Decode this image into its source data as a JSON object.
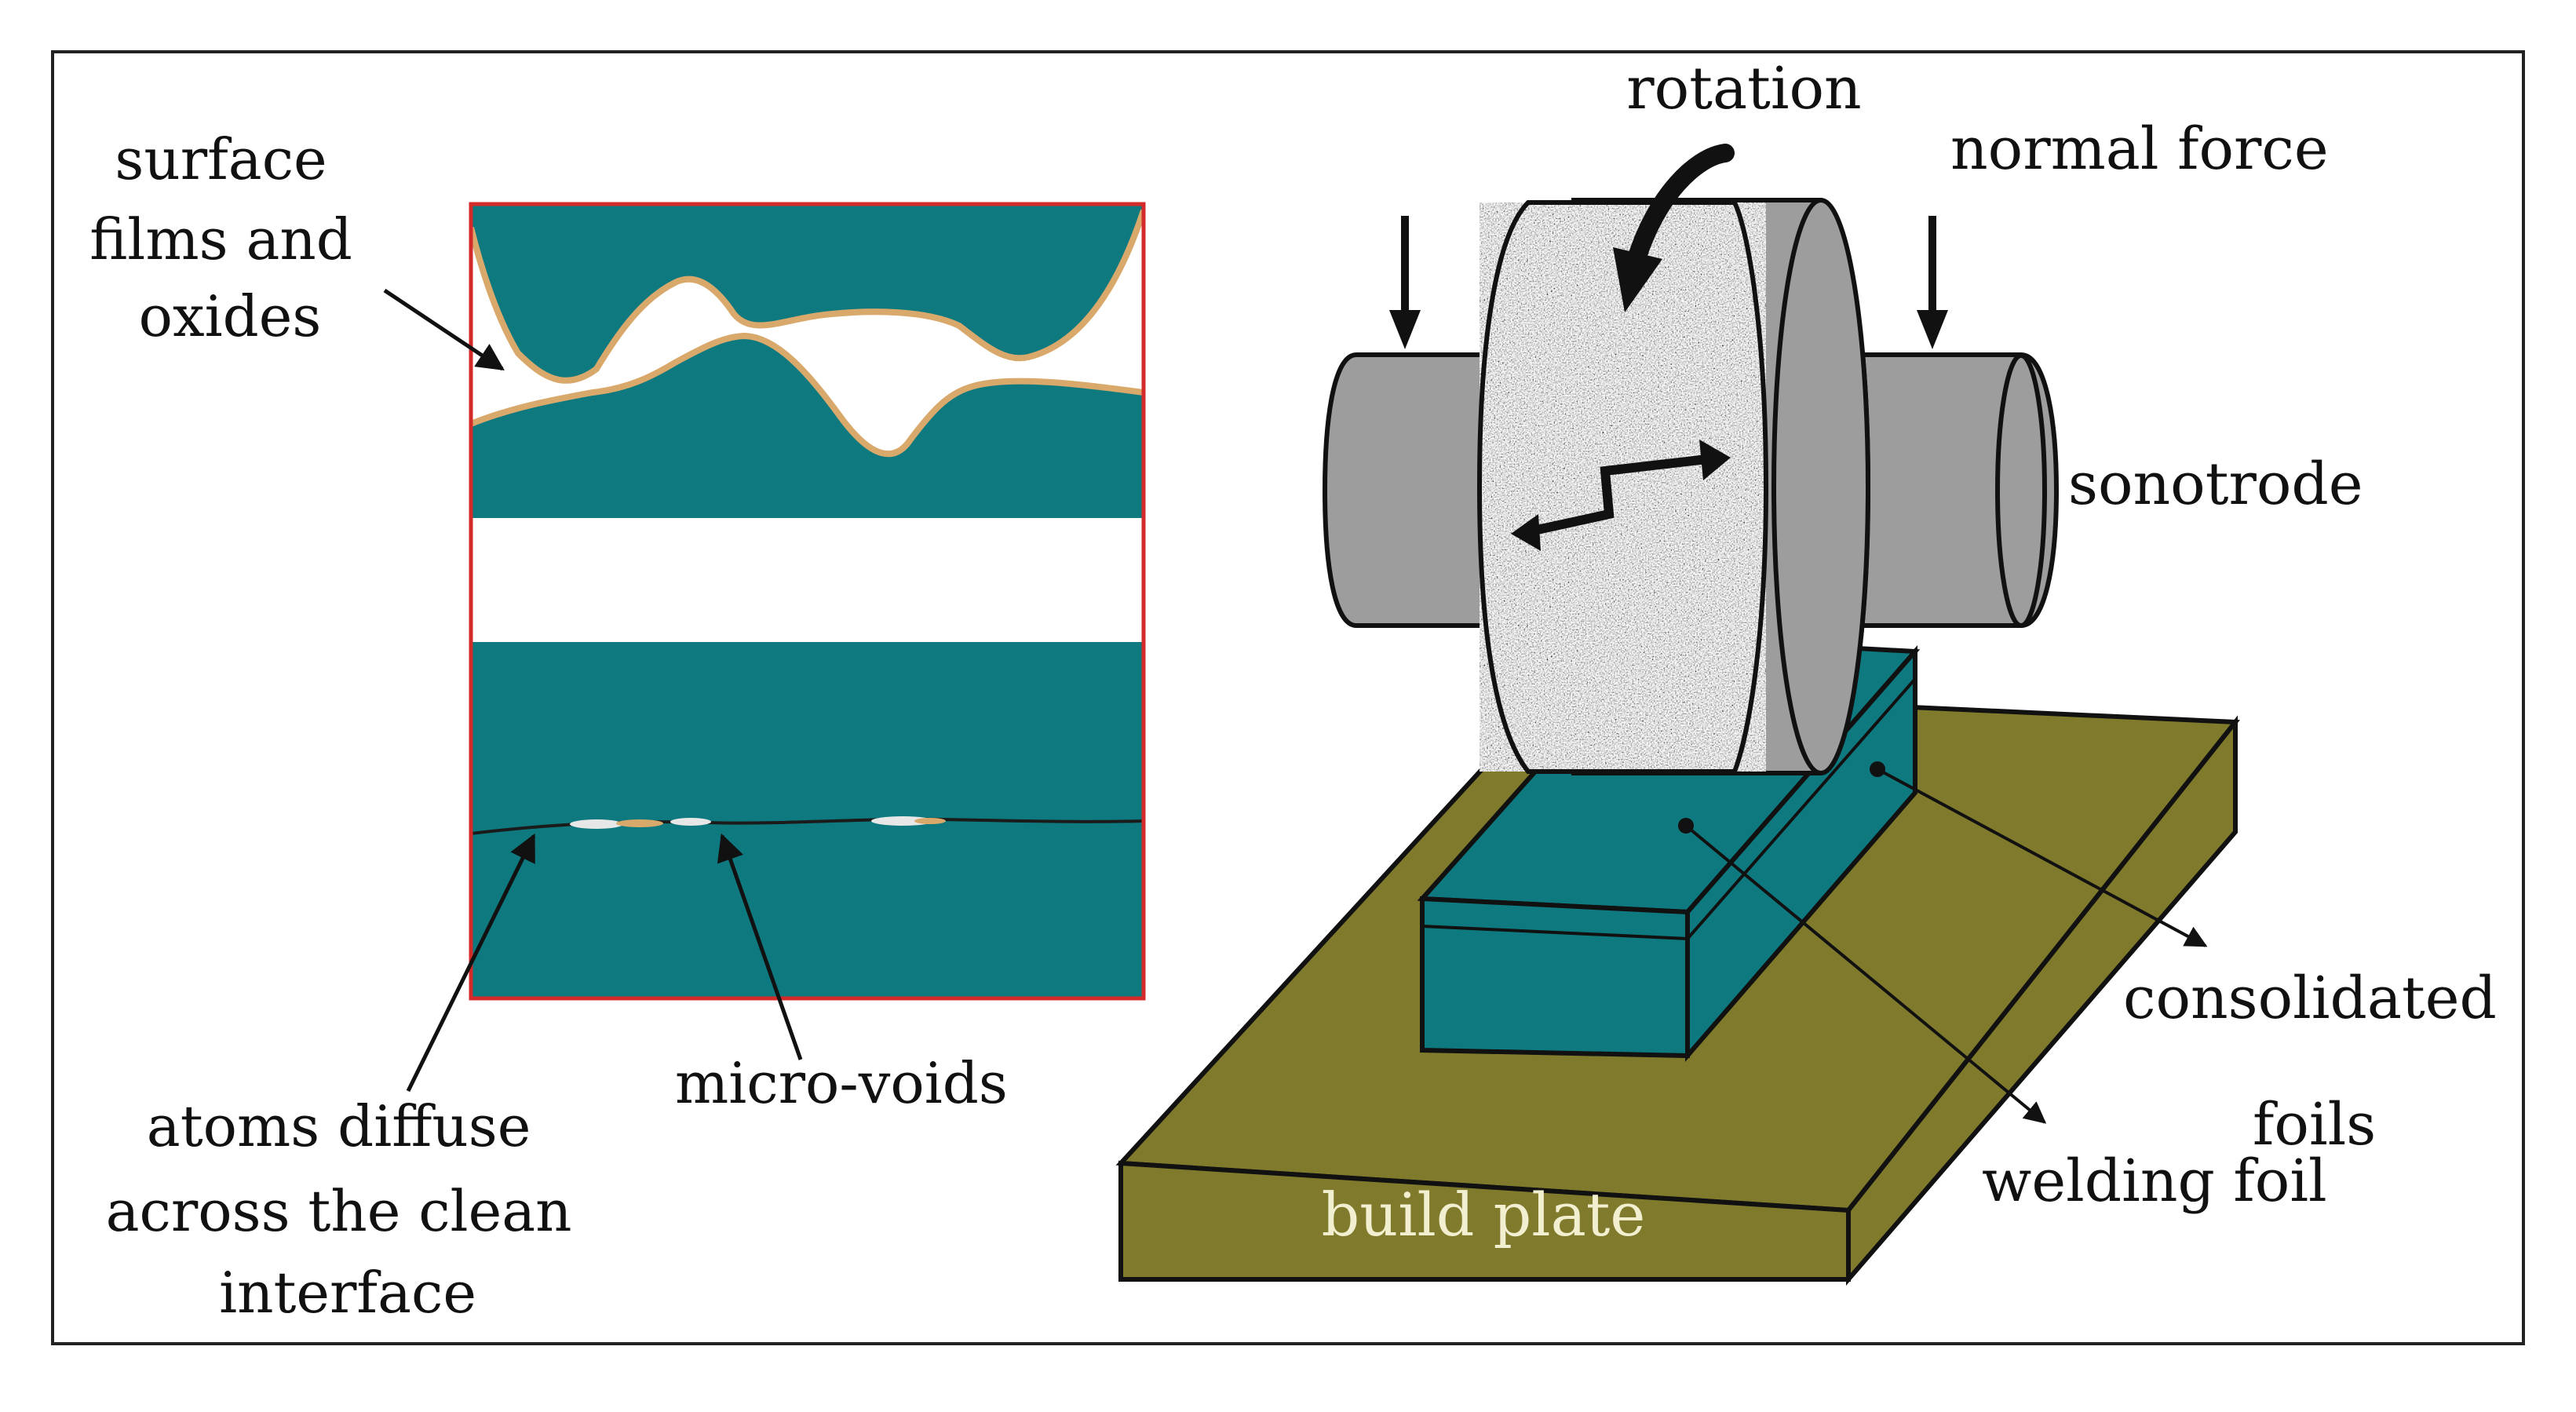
{
  "labels": {
    "surface_films": [
      "surface",
      "films and",
      "oxides"
    ],
    "atoms_diffuse": [
      "atoms diffuse",
      "across the clean",
      "interface"
    ],
    "micro_voids": "micro-voids",
    "rotation": "rotation",
    "normal_force": "normal force",
    "sonotrode": "sonotrode",
    "consolidated": "consolidated",
    "foils": "foils",
    "welding_foil": "welding foil",
    "build_plate": "build plate"
  },
  "colors": {
    "teal": "#0e7a80",
    "build_plate": "#807a2c",
    "sonotrode_gray": "#9d9d9d",
    "oxide_film": "#d9a86b",
    "inset_border": "#d32a2a",
    "build_plate_text": "#f2eed0"
  }
}
